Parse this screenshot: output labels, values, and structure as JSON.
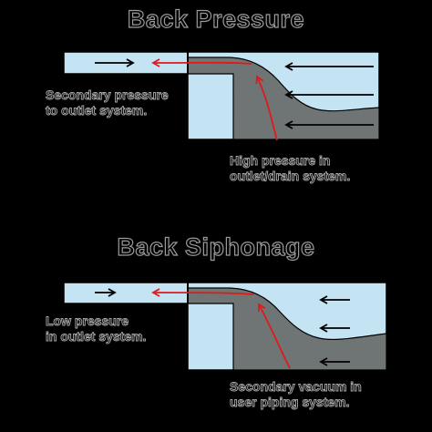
{
  "panels": [
    {
      "title": "Back Pressure",
      "left_caption": [
        "Secondary pressure",
        "to outlet system."
      ],
      "right_caption": [
        "High pressure in",
        "outlet/drain system."
      ]
    },
    {
      "title": "Back Siphonage",
      "left_caption": [
        "Low pressure",
        "in outlet system."
      ],
      "right_caption": [
        "Secondary vacuum in",
        "user piping system."
      ]
    }
  ],
  "colors": {
    "background": "#000000",
    "water": "#c4e3f3",
    "fluid_gray": "#6f7574",
    "pipe_outline": "#000000",
    "flow_arrow": "#e0191c",
    "pressure_arrow": "#000000"
  }
}
